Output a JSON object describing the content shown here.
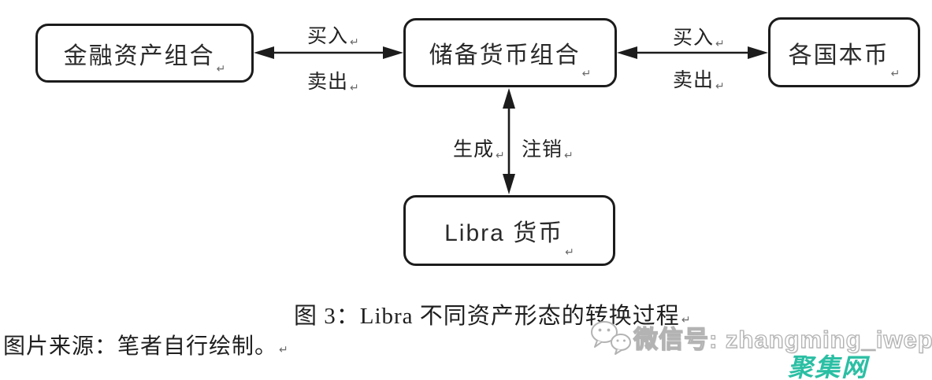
{
  "diagram": {
    "nodes": {
      "financial": {
        "label": "金融资产组合"
      },
      "reserve": {
        "label": "储备货币组合"
      },
      "local_currency": {
        "label": "各国本币"
      },
      "libra": {
        "label": "Libra 货币"
      }
    },
    "edge_labels": {
      "left_buy": "买入",
      "left_sell": "卖出",
      "right_buy": "买入",
      "right_sell": "卖出",
      "generate": "生成",
      "destroy": "注销"
    },
    "return_mark": "↵"
  },
  "caption": {
    "figure": "图 3：Libra 不同资产形态的转换过程",
    "source": "图片来源：笔者自行绘制。"
  },
  "watermark": {
    "wechat_icon": "wechat-icon",
    "wechat_label": "微信号: zhangming_iwep",
    "site_name": "聚集网",
    "site_color": "#2bbfa4"
  },
  "colors": {
    "line": "#1c1c1c",
    "text": "#262626",
    "watermark_outline": "#b3b3b3"
  }
}
